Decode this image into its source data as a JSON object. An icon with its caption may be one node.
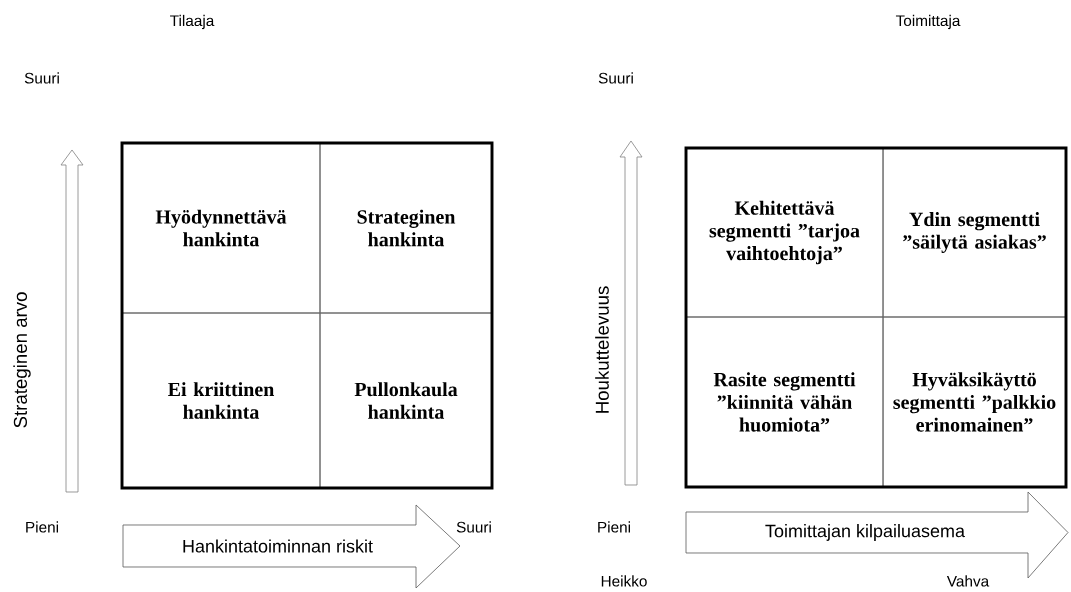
{
  "diagram": {
    "nodes": [
      {
        "text": [
          "Hyödynnettävä hankinta"
        ]
      },
      {
        "text": [
          "Strateginen hankinta"
        ]
      },
      {
        "text": [
          "Ei kriittinen hankinta"
        ]
      },
      {
        "text": [
          "Pullonkaula hankinta"
        ]
      },
      {
        "text": [
          "Hankintatoiminnan riskit"
        ]
      },
      {
        "text": [
          "Kehitettävä segmentti ”tarjoa vaihtoehtoja”"
        ]
      },
      {
        "text": [
          "Ydin segmentti ”säilytä asiakas”"
        ]
      },
      {
        "text": [
          "Rasite segmentti ”kiinnitä vähän huomiota”"
        ]
      },
      {
        "text": [
          "Hyväksikäyttö segmentti ”palkkio erinomainen”"
        ]
      },
      {
        "text": [
          "Toimittajan kilpailuasema"
        ]
      }
    ],
    "labels": [
      "Tilaaja",
      "Toimittaja",
      "Suuri",
      "Suuri",
      "Strateginen arvo",
      "Houkuttelevuus",
      "Pieni",
      "Suuri",
      "Pieni",
      "Heikko",
      "Vahva"
    ]
  }
}
